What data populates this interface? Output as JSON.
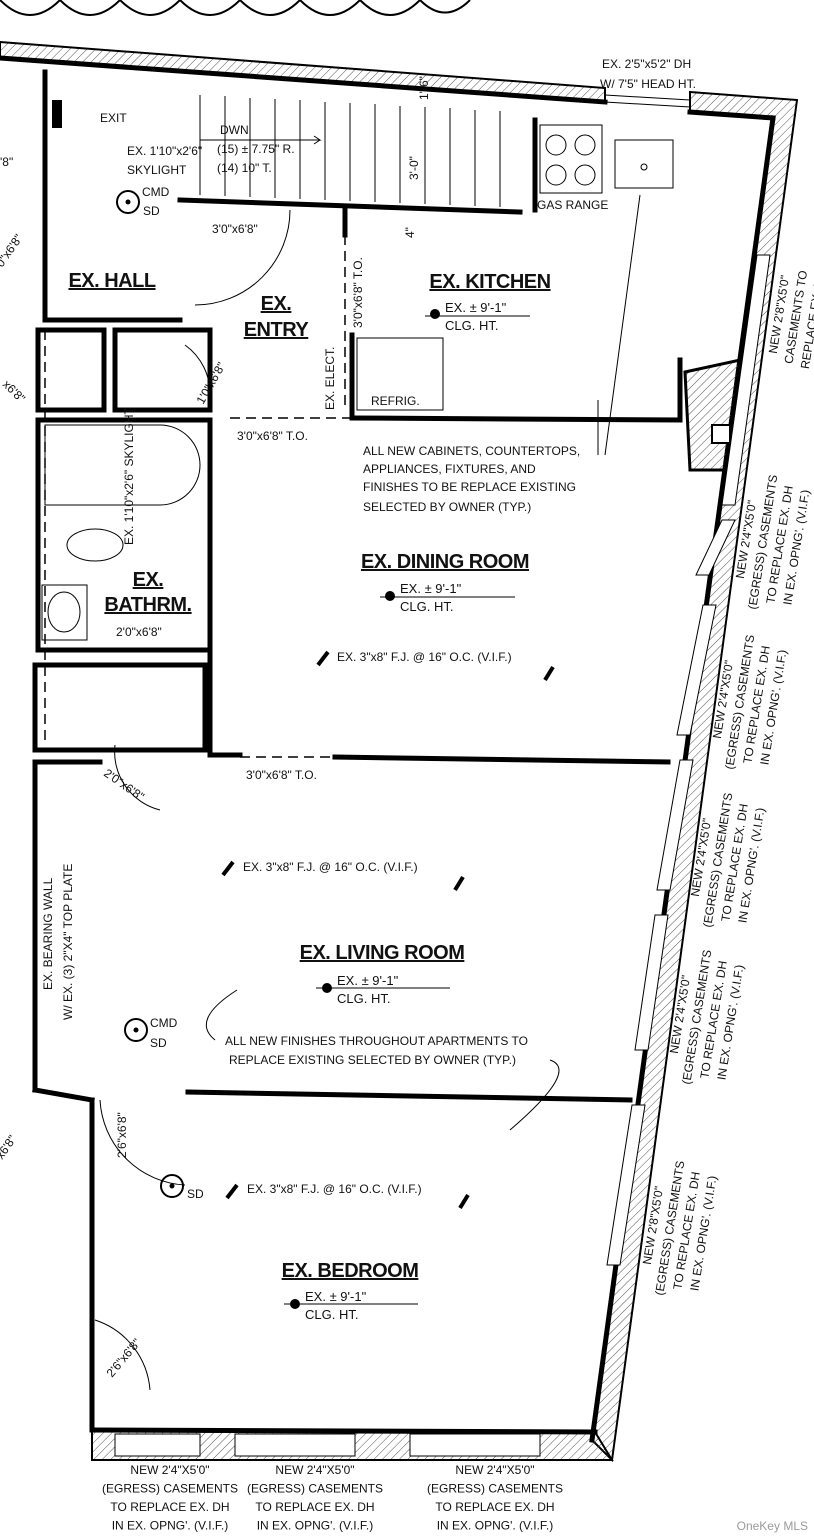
{
  "colors": {
    "line": "#000000",
    "hatch": "#555555",
    "watermark": "#9a9a9a"
  },
  "rooms": {
    "hall": "EX. HALL",
    "entry_1": "EX.",
    "entry_2": "ENTRY",
    "kitchen": "EX. KITCHEN",
    "dining": "EX. DINING ROOM",
    "bath_1": "EX.",
    "bath_2": "BATHRM.",
    "living": "EX. LIVING ROOM",
    "bedroom": "EX. BEDROOM"
  },
  "ceiling": {
    "height": "EX. ± 9'-1\"",
    "label": "CLG. HT."
  },
  "top_window": {
    "line1": "EX. 2'5\"x5'2\" DH",
    "line2": "W/ 7'5\" HEAD HT."
  },
  "stair": {
    "exit": "EXIT",
    "skylight_1": "EX. 1'10\"x2'6\"",
    "skylight_2": "SKYLIGHT",
    "dwn": "DWN",
    "risers": "(15) ± 7.75\" R.",
    "treads": "(14) 10\" T.",
    "width": "3'-0\"",
    "dim_top": "1'-6\"",
    "dim_bottom": "4\""
  },
  "detectors": {
    "cmd": "CMD",
    "sd": "SD"
  },
  "doors": {
    "hall_door": "3'0\"x6'8\"",
    "kitchen_opening": "3'0\"x6'8\" T.O.",
    "closet": "1'0\"x6'8\"",
    "entry_opening": "3'0\"x6'8\" T.O.",
    "bath_door": "2'0\"x6'8\"",
    "dining_opening": "3'0\"x6'8\" T.O.",
    "living_closet": "2'0\"x6'8\"",
    "bedroom_door": "2'6\"x6'8\"",
    "bedroom_closet": "2'6\"x6'8\"",
    "left_1": "'8\"",
    "left_2": "0\"x6'8\"",
    "left_3": "x6'8\"",
    "left_4": "x6'8\""
  },
  "kitchen": {
    "gas_range": "GAS RANGE",
    "refrig": "REFRIG.",
    "elect": "EX. ELECT."
  },
  "bath": {
    "skylight": "EX. 1'10\"x2'6\" SKYLIGHT"
  },
  "notes": {
    "kitchen_1": "ALL NEW CABINETS, COUNTERTOPS,",
    "kitchen_2": "APPLIANCES, FIXTURES, AND",
    "kitchen_3": "FINISHES TO BE REPLACE EXISTING",
    "kitchen_4": "SELECTED BY OWNER (TYP.)",
    "finishes_1": "ALL NEW FINISHES THROUGHOUT APARTMENTS TO",
    "finishes_2": "REPLACE EXISTING SELECTED BY OWNER (TYP.)",
    "joists": "EX. 3\"x8\" F.J. @ 16\" O.C. (V.I.F.)",
    "bearing_1": "EX. BEARING WALL",
    "bearing_2": "W/ EX. (3) 2\"X4\" TOP PLATE"
  },
  "right_windows": [
    {
      "l1": "NEW 2'8\"X5'0\"",
      "l2": "CASEMENTS TO",
      "l3": "REPLACE EX. DH",
      "l4": ""
    },
    {
      "l1": "NEW 2'4\"X5'0\"",
      "l2": "(EGRESS) CASEMENTS",
      "l3": "TO REPLACE EX. DH",
      "l4": "IN EX. OPNG'. (V.I.F.)"
    },
    {
      "l1": "NEW 2'4\"X5'0\"",
      "l2": "(EGRESS) CASEMENTS",
      "l3": "TO REPLACE EX. DH",
      "l4": "IN EX. OPNG'. (V.I.F.)"
    },
    {
      "l1": "NEW 2'4\"X5'0\"",
      "l2": "(EGRESS) CASEMENTS",
      "l3": "TO REPLACE EX. DH",
      "l4": "IN EX. OPNG'. (V.I.F.)"
    },
    {
      "l1": "NEW 2'4\"X5'0\"",
      "l2": "(EGRESS) CASEMENTS",
      "l3": "TO REPLACE EX. DH",
      "l4": "IN EX. OPNG'. (V.I.F.)"
    },
    {
      "l1": "NEW 2'8\"X5'0\"",
      "l2": "(EGRESS) CASEMENTS",
      "l3": "TO REPLACE EX. DH",
      "l4": "IN EX. OPNG'. (V.I.F.)"
    }
  ],
  "bottom_windows": [
    {
      "l1": "NEW 2'4\"X5'0\"",
      "l2": "(EGRESS) CASEMENTS",
      "l3": "TO REPLACE EX. DH",
      "l4": "IN EX. OPNG'. (V.I.F.)"
    },
    {
      "l1": "NEW 2'4\"X5'0\"",
      "l2": "(EGRESS) CASEMENTS",
      "l3": "TO REPLACE EX. DH",
      "l4": "IN EX. OPNG'. (V.I.F.)"
    },
    {
      "l1": "NEW 2'4\"X5'0\"",
      "l2": "(EGRESS) CASEMENTS",
      "l3": "TO REPLACE EX. DH",
      "l4": "IN EX. OPNG'. (V.I.F.)"
    }
  ],
  "watermark": "OneKey MLS"
}
